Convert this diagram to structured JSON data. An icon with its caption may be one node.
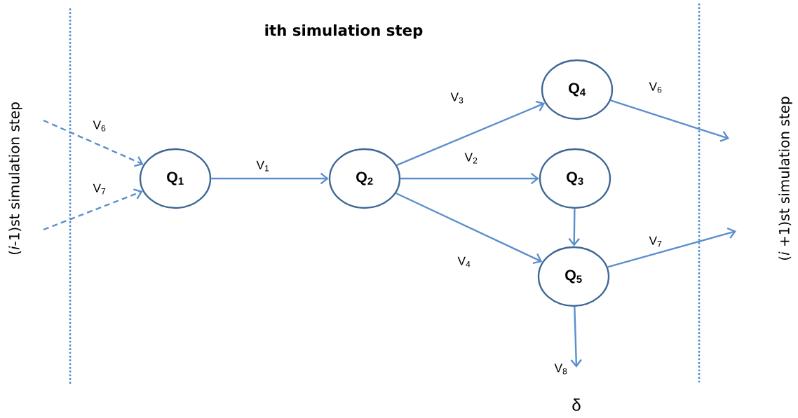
{
  "diagram": {
    "title": "ith simulation step",
    "nodes": [
      {
        "text": [
          "Q$_{1}$"
        ]
      },
      {
        "text": [
          "Q$_{2}$"
        ]
      },
      {
        "text": [
          "Q$_{4}$"
        ]
      },
      {
        "text": [
          "Q$_{3}$"
        ]
      },
      {
        "text": [
          "Q$_{5}$"
        ]
      }
    ],
    "edges": [
      {
        "from": null,
        "to": 0,
        "arrow": "to",
        "label": "V$_{6}$",
        "style": "dashed"
      },
      {
        "from": null,
        "to": 0,
        "arrow": "to",
        "label": "V$_{7}$",
        "style": "dashed"
      },
      {
        "from": 0,
        "to": 1,
        "arrow": "to",
        "label": "V$_{1}$"
      },
      {
        "from": 1,
        "to": 2,
        "arrow": "to",
        "label": "V$_{3}$"
      },
      {
        "from": 1,
        "to": 3,
        "arrow": "to",
        "label": "V$_{2}$"
      },
      {
        "from": 1,
        "to": 4,
        "arrow": "to",
        "label": "V$_{4}$"
      },
      {
        "from": 3,
        "to": 4,
        "arrow": "to"
      },
      {
        "from": 2,
        "to": null,
        "arrow": "to",
        "label": "V$_{6}$"
      },
      {
        "from": 4,
        "to": null,
        "arrow": "to",
        "label": "V$_{7}$"
      },
      {
        "from": 4,
        "to": null,
        "arrow": "to",
        "label": "V$_{8}$"
      }
    ],
    "labels": [
      "(*i*-1)st simulation step",
      "(*i* +1)st simulation step",
      "δ"
    ]
  }
}
